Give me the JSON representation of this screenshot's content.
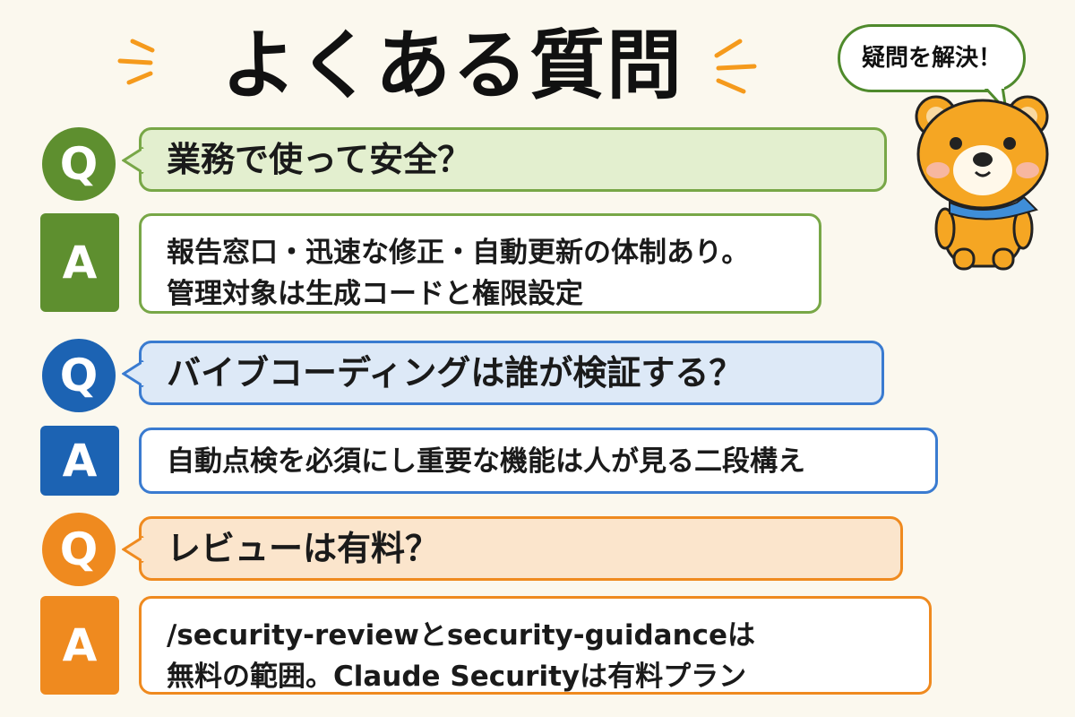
{
  "title": "よくある質問",
  "speech_bubble": "疑問を解決！",
  "faq": [
    {
      "q_badge": "Q",
      "a_badge": "A",
      "question": "業務で使って安全？",
      "answer_lines": [
        "報告窓口・迅速な修正・自動更新の体制あり。",
        "管理対象は生成コードと権限設定"
      ],
      "color": "#5e8f2f"
    },
    {
      "q_badge": "Q",
      "a_badge": "A",
      "question": "バイブコーディングは誰が検証する？",
      "answer_lines": [
        "自動点検を必須にし重要な機能は人が見る二段構え"
      ],
      "color": "#1c63b3"
    },
    {
      "q_badge": "Q",
      "a_badge": "A",
      "question": "レビューは有料？",
      "answer_lines": [
        "/security-reviewとsecurity-guidanceは",
        "無料の範囲。Claude Securityは有料プラン"
      ],
      "color": "#ef8a1f"
    }
  ]
}
